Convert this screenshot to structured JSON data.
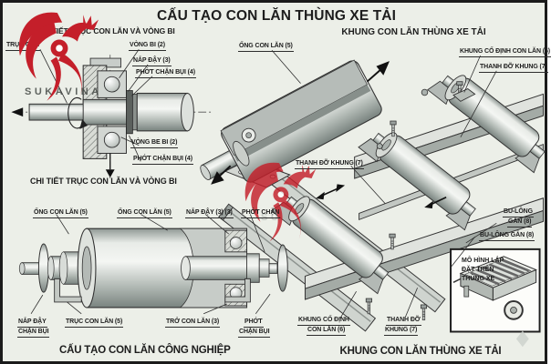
{
  "colors": {
    "background": "#ecefe8",
    "ink": "#1d1d1d",
    "red_logo": "#c41f2a",
    "metal_light": "#f2f4f1",
    "metal_dark": "#848e8a",
    "inset_bg": "#fdfdfa"
  },
  "main_title": "CẤU TẠO CON LĂN THÙNG XE TẢI",
  "watermark": {
    "brand_top": "SUKAVINA",
    "brand_center": "SUKAVINA"
  },
  "bearing_detail": {
    "title_top": "CHI TIẾT TRỤC CON LĂN VÀ VÒNG BI",
    "title_bottom": "CHI TIẾT TRỤC CON LĂN VÀ VÒNG BI",
    "labels": {
      "shaft": "TRỤC CON",
      "bearing_top": "VÒNG BI (2)",
      "cap": "NẮP ĐẬY (3)",
      "seal_top": "PHỚT CHẶN BỤI (4)",
      "bearing_bottom": "VÒNG BE BI (2)",
      "seal_bottom": "PHỚT CHẶN BỤI (4)"
    }
  },
  "roller_3d": {
    "label_tube": "ỐNG CON LĂN (5)"
  },
  "frame_assembly": {
    "title": "KHUNG CON LĂN THÙNG XE TẢI",
    "caption": "KHUNG CON LĂN THÙNG XE TẢI",
    "labels": {
      "fixed_frame": "KHUNG CỐ ĐỊNH CON LĂN (6)",
      "support_bar": "THANH ĐỠ KHUNG (7)",
      "support_bar_left": "THANH ĐỠ KHUNG (7)",
      "bolt_line1": "BU-LÔNG",
      "bolt_line2": "GẮN (8)",
      "bolt2": "BU-LÔNG GẮN (8)",
      "fixed_frame2_line1": "KHUNG CỐ ĐỊNH",
      "fixed_frame2_line2": "CON LĂN (6)",
      "support_bar2_line1": "THANH ĐỠ",
      "support_bar2_line2": "KHUNG (7)"
    },
    "inset": {
      "line1": "MÔ HÌNH LẮP",
      "line2": "ĐẶT TRÊN",
      "line3": "THÙNG XE"
    }
  },
  "industrial_roller": {
    "title": "CẤU TẠO CON LĂN CÔNG NGHIỆP",
    "labels": {
      "tube_left": "ỐNG CON LĂN (5)",
      "tube_center": "ỐNG CON LĂN (5)",
      "cap": "NẮP ĐẬY (3) (3)",
      "seal_right_top": "PHỚT CHẶN",
      "dust_cap_line1": "NẮP ĐẬY",
      "dust_cap_line2": "CHẶN BỤI",
      "shaft": "TRỤC CON LĂN (5)",
      "support": "TRỞ CON LĂN (3)",
      "seal_right_line1": "PHỚT",
      "seal_right_line2": "CHẶN BỤI"
    }
  }
}
